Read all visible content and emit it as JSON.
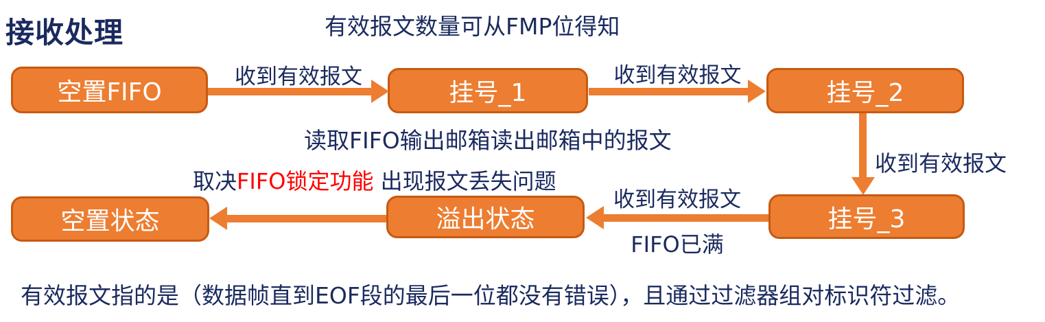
{
  "colors": {
    "accent_orange": "#ED7D31",
    "box_border": "#C55A11",
    "text_navy": "#1A2A5E",
    "highlight_red": "#FF0000",
    "box_text": "#FFFFFF"
  },
  "title": "接收处理",
  "notes": {
    "fmp": "有效报文数量可从FMP位得知",
    "read_mailbox": "读取FIFO输出邮箱读出邮箱中的报文",
    "lock_prefix": "取决",
    "lock_red": "FIFO锁定功能",
    "lock_suffix": " 出现报文丢失问题",
    "bottom": "有效报文指的是（数据帧直到EOF段的最后一位都没有错误），且通过过滤器组对标识符过滤。"
  },
  "boxes": {
    "empty_fifo": "空置FIFO",
    "pending1": "挂号_1",
    "pending2": "挂号_2",
    "pending3": "挂号_3",
    "overflow": "溢出状态",
    "empty_state": "空置状态"
  },
  "arrow_labels": {
    "recv1": "收到有效报文",
    "recv2": "收到有效报文",
    "recv3": "收到有效报文",
    "recv4": "收到有效报文",
    "fifo_full": "FIFO已满"
  }
}
